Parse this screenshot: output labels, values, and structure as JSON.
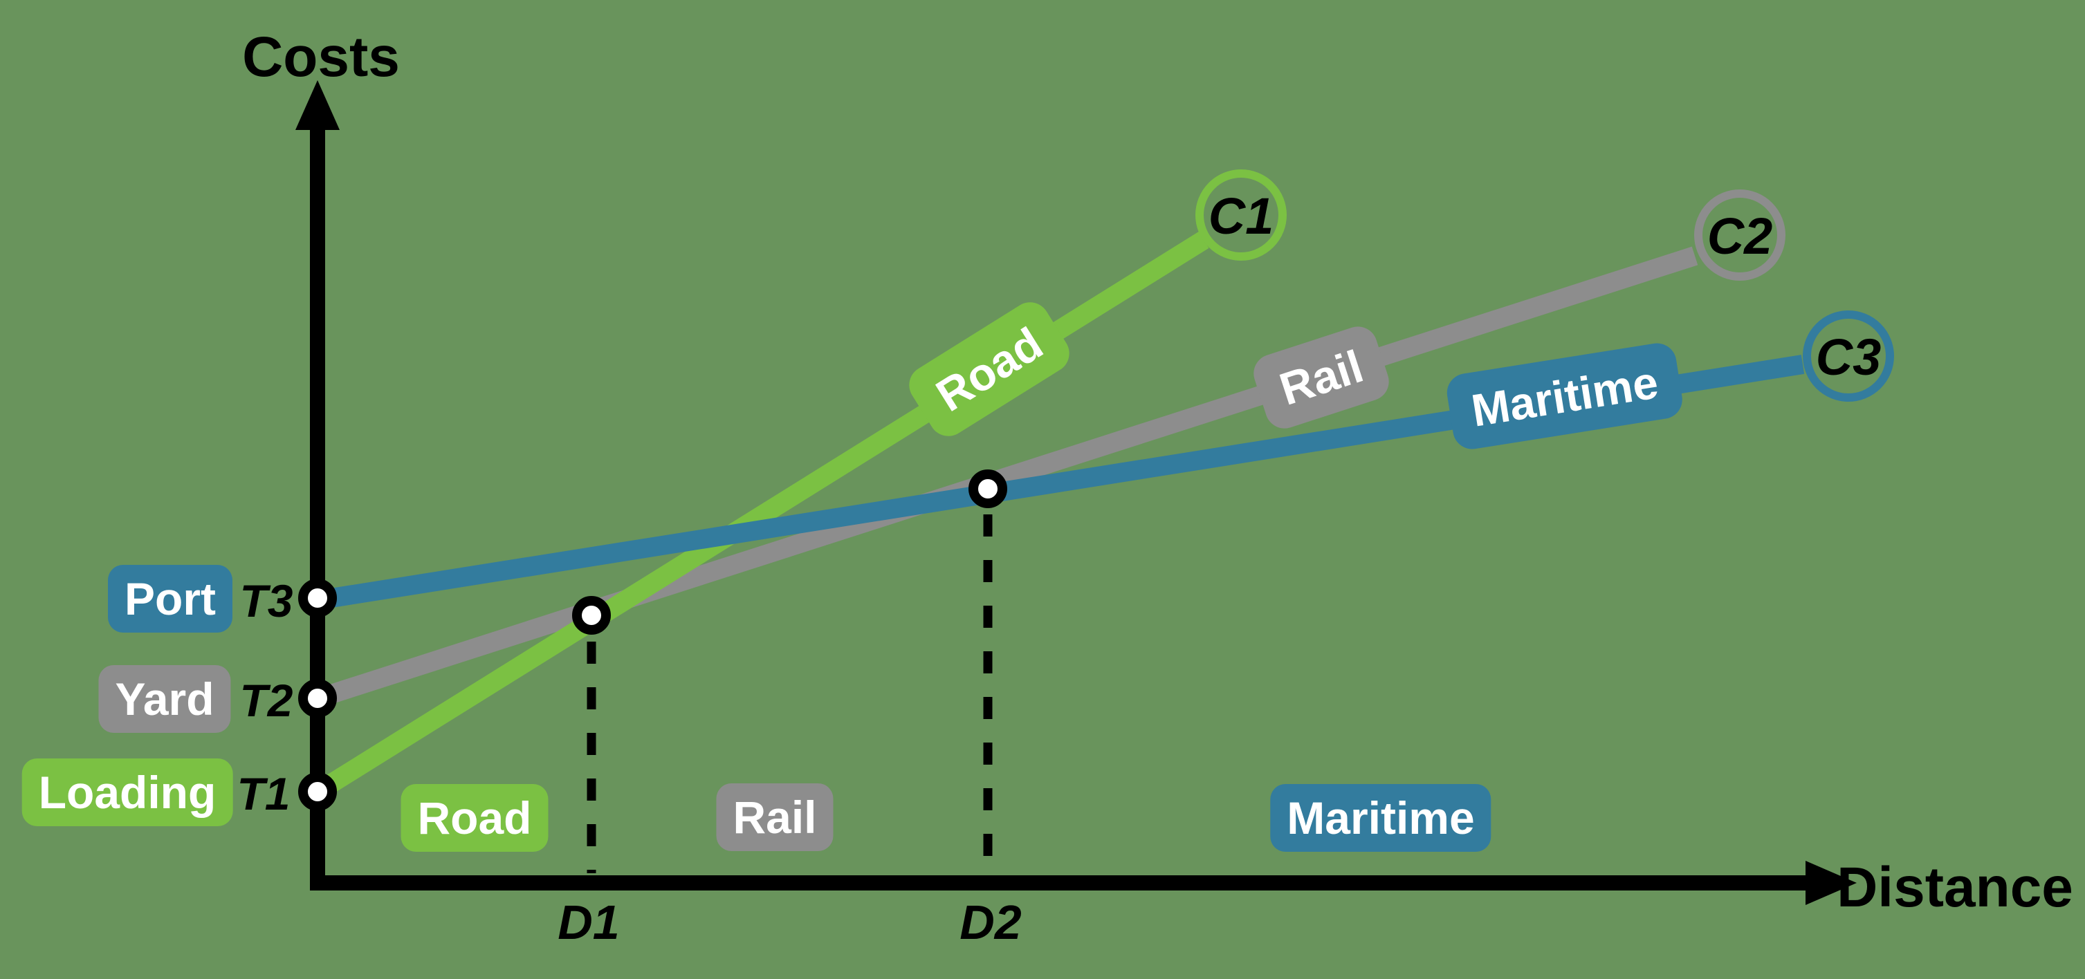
{
  "background_color": "#69945C",
  "axes": {
    "y_label": "Costs",
    "x_label": "Distance"
  },
  "modes": [
    {
      "name": "Road",
      "color": "#7BC143",
      "terminal_label": "T1",
      "terminal_station": "Loading",
      "cost_endpoint_label": "C1",
      "segment_label": "Road"
    },
    {
      "name": "Rail",
      "color": "#8D8D8D",
      "terminal_label": "T2",
      "terminal_station": "Yard",
      "cost_endpoint_label": "C2",
      "segment_label": "Rail"
    },
    {
      "name": "Maritime",
      "color": "#337C9E",
      "terminal_label": "T3",
      "terminal_station": "Port",
      "cost_endpoint_label": "C3",
      "segment_label": "Maritime"
    }
  ],
  "distance_markers": [
    {
      "label": "D1"
    },
    {
      "label": "D2"
    }
  ]
}
